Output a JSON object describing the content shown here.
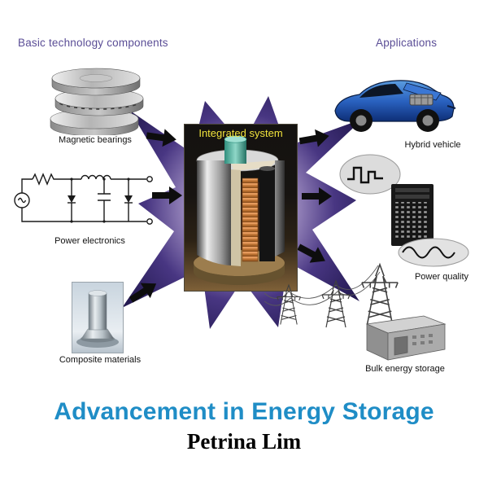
{
  "diagram": {
    "left_section_label": "Basic technology components",
    "right_section_label": "Applications",
    "center_label": "Integrated system",
    "components": [
      {
        "label": "Magnetic bearings"
      },
      {
        "label": "Power electronics"
      },
      {
        "label": "Composite materials"
      }
    ],
    "applications": [
      {
        "label": "Hybrid vehicle"
      },
      {
        "label": "Power quality"
      },
      {
        "label": "Bulk energy storage"
      }
    ]
  },
  "footer": {
    "title": "Advancement in Energy Storage",
    "author": "Petrina Lim"
  },
  "colors": {
    "section_label": "#5a4d96",
    "center_label": "#f0e23c",
    "title": "#1f8dc6",
    "starburst_dark": "#241a52",
    "arrow_black": "#0d0d0d",
    "vehicle_blue": "#2a62c0"
  }
}
